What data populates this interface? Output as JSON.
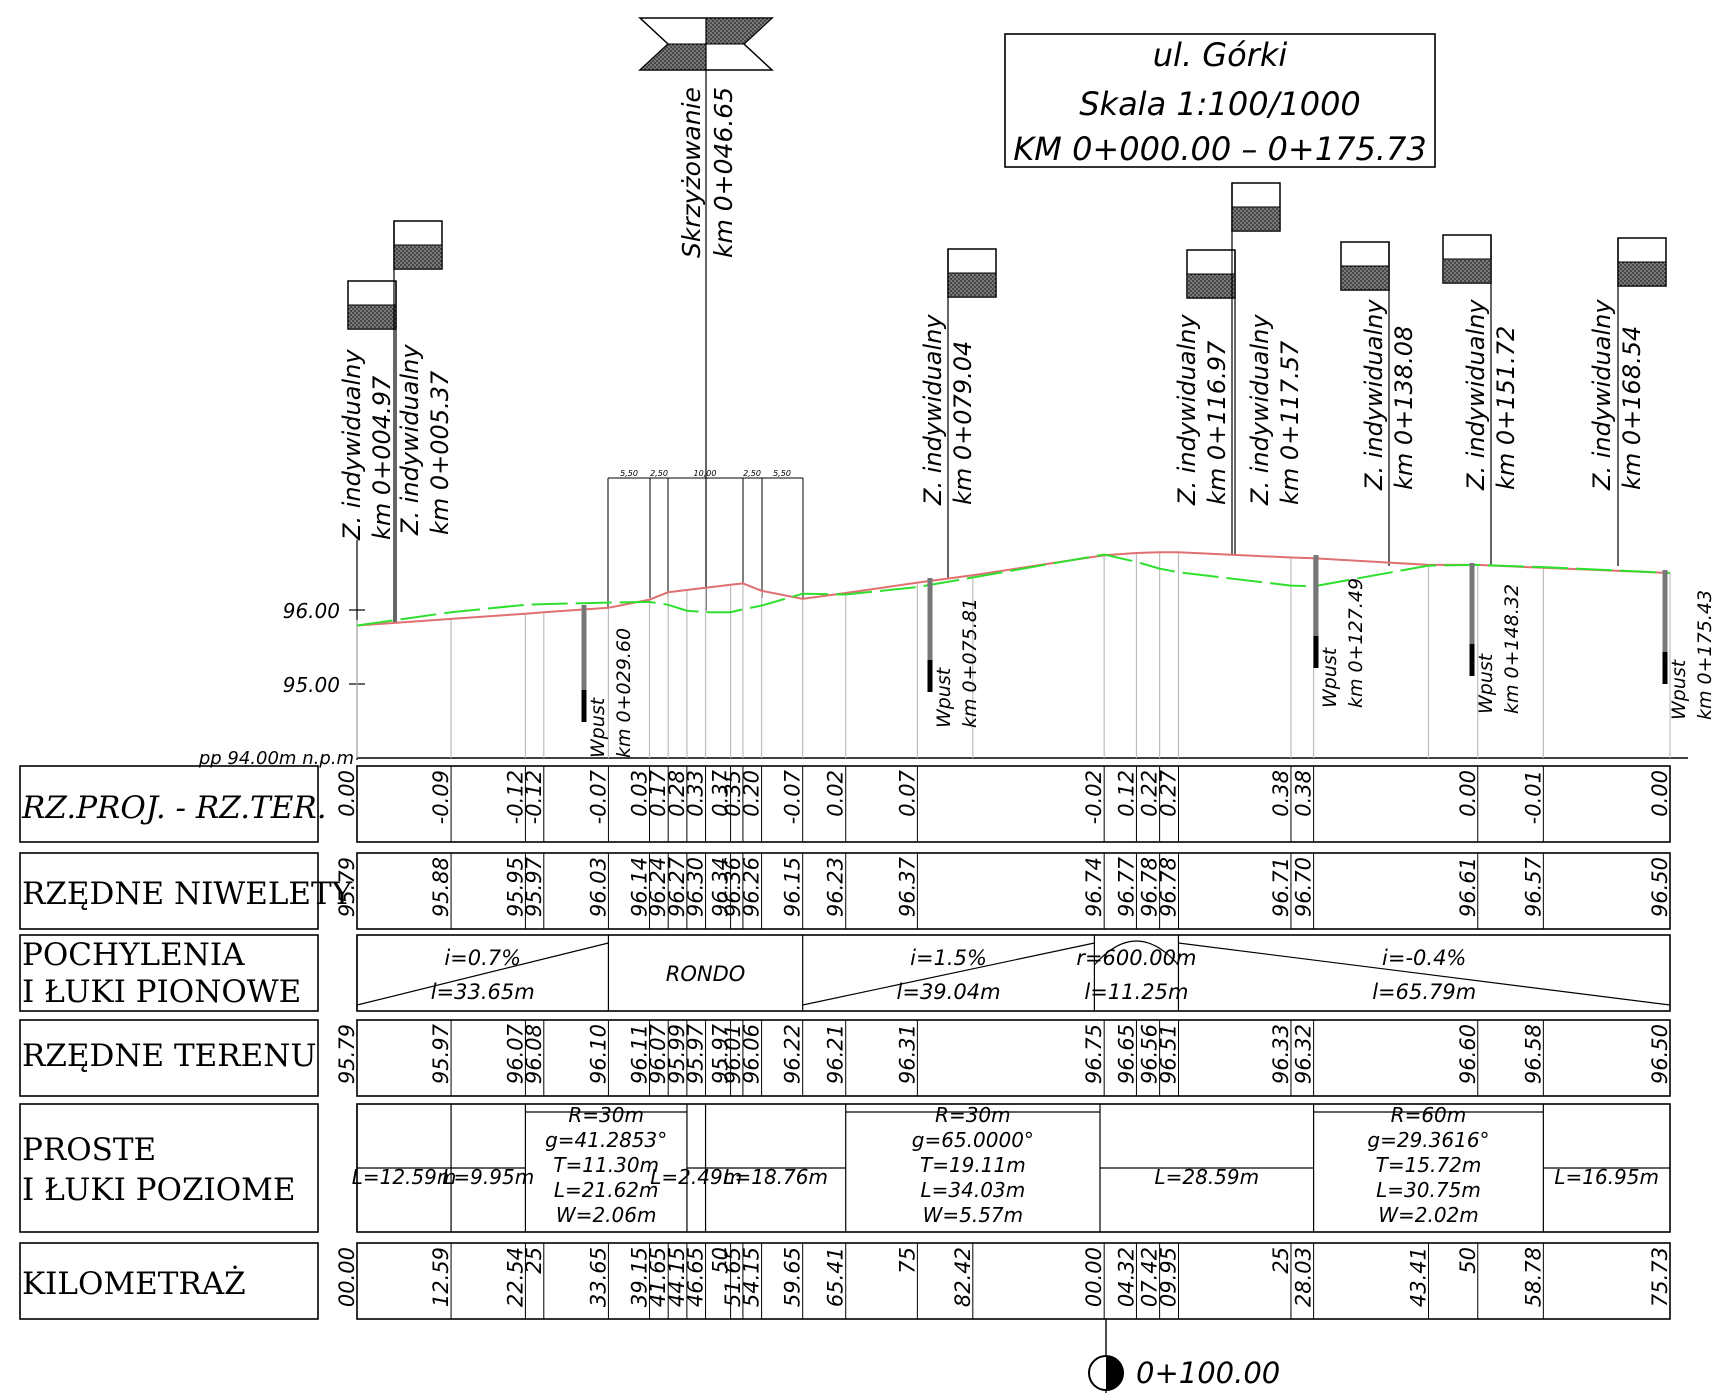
{
  "title_block": {
    "street": "ul. Górki",
    "scale": "Skala 1:100/1000",
    "range": "KM 0+000.00 – 0+175.73"
  },
  "intersection": {
    "name": "Skrzyżowanie",
    "km": "km 0+046.65"
  },
  "dims": [
    "5,50",
    "2,50",
    "10,00",
    "2,50",
    "5,50"
  ],
  "driveway_labels": [
    {
      "name": "Z. indywidualny",
      "km": "km 0+004.97"
    },
    {
      "name": "Z. indywidualny",
      "km": "km 0+005.37"
    },
    {
      "name": "Z. indywidualny",
      "km": "km 0+079.04"
    },
    {
      "name": "Z. indywidualny",
      "km": "km 0+116.97"
    },
    {
      "name": "Z. indywidualny",
      "km": "km 0+117.57"
    },
    {
      "name": "Z. indywidualny",
      "km": "km 0+138.08"
    },
    {
      "name": "Z. indywidualny",
      "km": "km 0+151.72"
    },
    {
      "name": "Z. indywidualny",
      "km": "km 0+168.54"
    }
  ],
  "inlet_labels": [
    {
      "name": "Wpust",
      "km": "km 0+029.60"
    },
    {
      "name": "Wpust",
      "km": "km 0+075.81"
    },
    {
      "name": "Wpust",
      "km": "km 0+127.49"
    },
    {
      "name": "Wpust",
      "km": "km 0+148.32"
    },
    {
      "name": "Wpust",
      "km": "km 0+175.43"
    }
  ],
  "elev_labels": [
    "96.00",
    "95.00"
  ],
  "datum": "pp  94.00m  n.p.m",
  "colors": {
    "design": "#e07070",
    "terrain": "#2ee02e",
    "grid": "#bdbdbd",
    "ink": "#000000"
  },
  "profile": {
    "design_line": [
      [
        0,
        95.79
      ],
      [
        12.59,
        95.88
      ],
      [
        22.54,
        95.95
      ],
      [
        25,
        95.97
      ],
      [
        33.65,
        96.03
      ],
      [
        39.15,
        96.14
      ],
      [
        41.65,
        96.24
      ],
      [
        44.15,
        96.27
      ],
      [
        46.65,
        96.3
      ],
      [
        50,
        96.34
      ],
      [
        51.65,
        96.36
      ],
      [
        54.15,
        96.26
      ],
      [
        59.65,
        96.15
      ],
      [
        65.41,
        96.23
      ],
      [
        75,
        96.37
      ],
      [
        82.42,
        96.47
      ],
      [
        100,
        96.74
      ],
      [
        104.32,
        96.77
      ],
      [
        107.42,
        96.78
      ],
      [
        109.95,
        96.78
      ],
      [
        125,
        96.71
      ],
      [
        128.03,
        96.7
      ],
      [
        143.41,
        96.61
      ],
      [
        150,
        96.61
      ],
      [
        158.78,
        96.57
      ],
      [
        175.73,
        96.5
      ]
    ],
    "terrain_line": [
      [
        0,
        95.79
      ],
      [
        12.59,
        95.97
      ],
      [
        22.54,
        96.07
      ],
      [
        25,
        96.08
      ],
      [
        33.65,
        96.1
      ],
      [
        39.15,
        96.11
      ],
      [
        41.65,
        96.07
      ],
      [
        44.15,
        95.99
      ],
      [
        46.65,
        95.97
      ],
      [
        50,
        95.97
      ],
      [
        51.65,
        96.01
      ],
      [
        54.15,
        96.06
      ],
      [
        59.65,
        96.22
      ],
      [
        65.41,
        96.21
      ],
      [
        75,
        96.31
      ],
      [
        100,
        96.75
      ],
      [
        104.32,
        96.65
      ],
      [
        107.42,
        96.56
      ],
      [
        109.95,
        96.51
      ],
      [
        125,
        96.33
      ],
      [
        128.03,
        96.32
      ],
      [
        143.41,
        96.6
      ],
      [
        150,
        96.61
      ],
      [
        158.78,
        96.58
      ],
      [
        175.73,
        96.5
      ]
    ]
  },
  "rows": {
    "diff": {
      "label": "RZ.PROJ. - RZ.TER.",
      "values": [
        {
          "km": 0,
          "v": "0.00"
        },
        {
          "km": 12.59,
          "v": "-0.09"
        },
        {
          "km": 22.54,
          "v": "-0.12"
        },
        {
          "km": 25,
          "v": "-0.12"
        },
        {
          "km": 33.65,
          "v": "-0.07"
        },
        {
          "km": 39.15,
          "v": "0.03"
        },
        {
          "km": 41.65,
          "v": "0.17"
        },
        {
          "km": 44.15,
          "v": "0.28"
        },
        {
          "km": 46.65,
          "v": "0.33"
        },
        {
          "km": 50,
          "v": "0.37"
        },
        {
          "km": 51.65,
          "v": "0.35"
        },
        {
          "km": 54.15,
          "v": "0.20"
        },
        {
          "km": 59.65,
          "v": "-0.07"
        },
        {
          "km": 65.41,
          "v": "0.02"
        },
        {
          "km": 75,
          "v": "0.07"
        },
        {
          "km": 100,
          "v": "-0.02"
        },
        {
          "km": 104.32,
          "v": "0.12"
        },
        {
          "km": 107.42,
          "v": "0.22"
        },
        {
          "km": 109.95,
          "v": "0.27"
        },
        {
          "km": 125,
          "v": "0.38"
        },
        {
          "km": 128.03,
          "v": "0.38"
        },
        {
          "km": 150,
          "v": "0.00"
        },
        {
          "km": 158.78,
          "v": "-0.01"
        },
        {
          "km": 175.73,
          "v": "0.00"
        }
      ]
    },
    "design": {
      "label": "RZĘDNE NIWELETY",
      "values": [
        {
          "km": 0,
          "v": "95.79"
        },
        {
          "km": 12.59,
          "v": "95.88"
        },
        {
          "km": 22.54,
          "v": "95.95"
        },
        {
          "km": 25,
          "v": "95.97"
        },
        {
          "km": 33.65,
          "v": "96.03"
        },
        {
          "km": 39.15,
          "v": "96.14"
        },
        {
          "km": 41.65,
          "v": "96.24"
        },
        {
          "km": 44.15,
          "v": "96.27"
        },
        {
          "km": 46.65,
          "v": "96.30"
        },
        {
          "km": 50,
          "v": "96.34"
        },
        {
          "km": 51.65,
          "v": "96.36"
        },
        {
          "km": 54.15,
          "v": "96.26"
        },
        {
          "km": 59.65,
          "v": "96.15"
        },
        {
          "km": 65.41,
          "v": "96.23"
        },
        {
          "km": 75,
          "v": "96.37"
        },
        {
          "km": 100,
          "v": "96.74"
        },
        {
          "km": 104.32,
          "v": "96.77"
        },
        {
          "km": 107.42,
          "v": "96.78"
        },
        {
          "km": 109.95,
          "v": "96.78"
        },
        {
          "km": 125,
          "v": "96.71"
        },
        {
          "km": 128.03,
          "v": "96.70"
        },
        {
          "km": 150,
          "v": "96.61"
        },
        {
          "km": 158.78,
          "v": "96.57"
        },
        {
          "km": 175.73,
          "v": "96.50"
        }
      ]
    },
    "slopes": {
      "label_1": "POCHYLENIA",
      "label_2": "I ŁUKI PIONOWE",
      "segments": [
        {
          "from": 0,
          "to": 33.65,
          "top": "i=0.7%",
          "bottom": "l=33.65m",
          "dir": "up"
        },
        {
          "from": 33.65,
          "to": 59.65,
          "top": "RONDO",
          "bottom": "",
          "dir": "none"
        },
        {
          "from": 59.65,
          "to": 98.69,
          "top": "i=1.5%",
          "bottom": "l=39.04m",
          "dir": "up"
        },
        {
          "from": 98.69,
          "to": 109.94,
          "top": "r=600.00m",
          "bottom": "l=11.25m",
          "dir": "arc"
        },
        {
          "from": 109.94,
          "to": 175.73,
          "top": "i=-0.4%",
          "bottom": "l=65.79m",
          "dir": "down"
        }
      ]
    },
    "terrain": {
      "label": "RZĘDNE TERENU",
      "values": [
        {
          "km": 0,
          "v": "95.79"
        },
        {
          "km": 12.59,
          "v": "95.97"
        },
        {
          "km": 22.54,
          "v": "96.07"
        },
        {
          "km": 25,
          "v": "96.08"
        },
        {
          "km": 33.65,
          "v": "96.10"
        },
        {
          "km": 39.15,
          "v": "96.11"
        },
        {
          "km": 41.65,
          "v": "96.07"
        },
        {
          "km": 44.15,
          "v": "95.99"
        },
        {
          "km": 46.65,
          "v": "95.97"
        },
        {
          "km": 50,
          "v": "95.97"
        },
        {
          "km": 51.65,
          "v": "96.01"
        },
        {
          "km": 54.15,
          "v": "96.06"
        },
        {
          "km": 59.65,
          "v": "96.22"
        },
        {
          "km": 65.41,
          "v": "96.21"
        },
        {
          "km": 75,
          "v": "96.31"
        },
        {
          "km": 100,
          "v": "96.75"
        },
        {
          "km": 104.32,
          "v": "96.65"
        },
        {
          "km": 107.42,
          "v": "96.56"
        },
        {
          "km": 109.95,
          "v": "96.51"
        },
        {
          "km": 125,
          "v": "96.33"
        },
        {
          "km": 128.03,
          "v": "96.32"
        },
        {
          "km": 150,
          "v": "96.60"
        },
        {
          "km": 158.78,
          "v": "96.58"
        },
        {
          "km": 175.73,
          "v": "96.50"
        }
      ]
    },
    "horizontal": {
      "label_1": "PROSTE",
      "label_2": "I ŁUKI POZIOME",
      "segments": [
        {
          "from": 0,
          "to": 12.59,
          "type": "straight",
          "lines": [
            "L=12.59m"
          ]
        },
        {
          "from": 12.59,
          "to": 22.54,
          "type": "straight",
          "lines": [
            "L=9.95m"
          ]
        },
        {
          "from": 22.54,
          "to": 44.16,
          "type": "arc",
          "lines": [
            "R=30m",
            "g=41.2853°",
            "T=11.30m",
            "L=21.62m",
            "W=2.06m"
          ]
        },
        {
          "from": 44.16,
          "to": 46.65,
          "type": "straight",
          "lines": [
            "L=2.49m"
          ]
        },
        {
          "from": 46.65,
          "to": 65.41,
          "type": "straight",
          "lines": [
            "L=18.76m"
          ]
        },
        {
          "from": 65.41,
          "to": 99.44,
          "type": "arc",
          "lines": [
            "R=30m",
            "g=65.0000°",
            "T=19.11m",
            "L=34.03m",
            "W=5.57m"
          ]
        },
        {
          "from": 99.44,
          "to": 128.03,
          "type": "straight",
          "lines": [
            "L=28.59m"
          ]
        },
        {
          "from": 128.03,
          "to": 158.78,
          "type": "arc",
          "lines": [
            "R=60m",
            "g=29.3616°",
            "T=15.72m",
            "L=30.75m",
            "W=2.02m"
          ]
        },
        {
          "from": 158.78,
          "to": 175.73,
          "type": "straight",
          "lines": [
            "L=16.95m"
          ]
        }
      ]
    },
    "km": {
      "label": "KILOMETRAŻ",
      "values": [
        {
          "km": 0,
          "v": "00.00"
        },
        {
          "km": 12.59,
          "v": "12.59"
        },
        {
          "km": 22.54,
          "v": "22.54"
        },
        {
          "km": 25,
          "v": "25"
        },
        {
          "km": 33.65,
          "v": "33.65"
        },
        {
          "km": 39.15,
          "v": "39.15"
        },
        {
          "km": 41.65,
          "v": "41.65"
        },
        {
          "km": 44.15,
          "v": "44.15"
        },
        {
          "km": 46.65,
          "v": "46.65"
        },
        {
          "km": 50,
          "v": "50"
        },
        {
          "km": 51.65,
          "v": "51.65"
        },
        {
          "km": 54.15,
          "v": "54.15"
        },
        {
          "km": 59.65,
          "v": "59.65"
        },
        {
          "km": 65.41,
          "v": "65.41"
        },
        {
          "km": 75,
          "v": "75"
        },
        {
          "km": 82.42,
          "v": "82.42"
        },
        {
          "km": 100,
          "v": "00.00"
        },
        {
          "km": 104.32,
          "v": "04.32"
        },
        {
          "km": 107.42,
          "v": "07.42"
        },
        {
          "km": 109.95,
          "v": "09.95"
        },
        {
          "km": 125,
          "v": "25"
        },
        {
          "km": 128.03,
          "v": "28.03"
        },
        {
          "km": 143.41,
          "v": "43.41"
        },
        {
          "km": 150,
          "v": "50"
        },
        {
          "km": 158.78,
          "v": "58.78"
        },
        {
          "km": 175.73,
          "v": "75.73"
        }
      ]
    }
  },
  "station_marker": "0+100.00"
}
